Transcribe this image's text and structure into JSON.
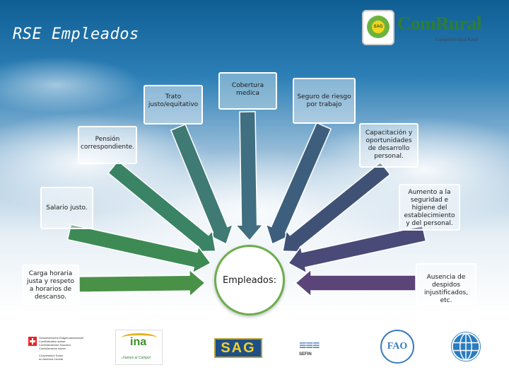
{
  "slide": {
    "title": "RSE Empleados"
  },
  "logo": {
    "name": "ComRural",
    "subtitle": "Competitividad Rural",
    "badge_text": "SAG"
  },
  "diagram": {
    "hub_label": "Empleados:",
    "nodes": [
      {
        "label": "Cobertura medica",
        "color": "#3f6f80"
      },
      {
        "label": "Trato justo/equitativo",
        "color": "#3f7a74"
      },
      {
        "label": "Seguro de riesgo por trabajo",
        "color": "#3d5f7d"
      },
      {
        "label": "Pensión correspondiente.",
        "color": "#3a8364"
      },
      {
        "label": "Capacitación y oportunidades de desarrollo personal.",
        "color": "#3f5276"
      },
      {
        "label": "Salario justo.",
        "color": "#3d8a55"
      },
      {
        "label": "Aumento a la seguridad e higiene del establecimiento y del personal.",
        "color": "#4a4a78"
      },
      {
        "label": "Carga horaria justa y respeto a horarios de descanso.",
        "color": "#4a9148"
      },
      {
        "label": "Ausencia de despidos injustificados, etc.",
        "color": "#5a4478"
      }
    ]
  },
  "partners": {
    "swiss_text": "Schweizerische Eidgenossenschaft\nConfédération suisse\nConfederazione Svizzera\nConfederaziun svizra\n\nCooperación Suiza\nen América Central",
    "ina_name": "ina",
    "ina_slogan": "¡Vamos al Campo!",
    "sag_name": "SAG",
    "sefin_name": "SEFIN",
    "sefin_sub": "SEFIN",
    "fao_name": "FAO",
    "icons": [
      "swiss-flag-icon",
      "ina-logo-icon",
      "sag-logo-icon",
      "sefin-logo-icon",
      "fao-logo-icon",
      "world-bank-globe-icon"
    ]
  }
}
